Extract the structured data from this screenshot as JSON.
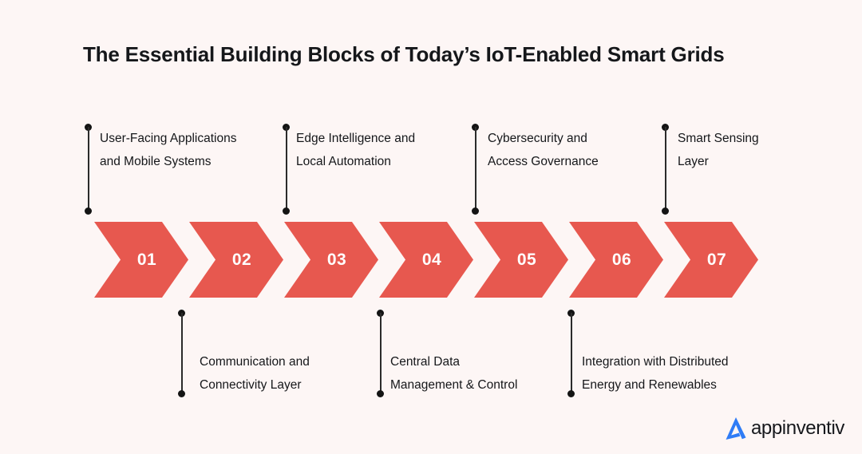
{
  "page": {
    "title": "The Essential Building Blocks of Today’s IoT-Enabled Smart Grids",
    "background_color": "#fdf6f5",
    "accent_color": "#e7584f",
    "text_color": "#15171a"
  },
  "steps": [
    {
      "number": "01",
      "label": "User-Facing Applications\nand Mobile Systems",
      "position": "top"
    },
    {
      "number": "02",
      "label": "Communication and\nConnectivity Layer",
      "position": "bottom"
    },
    {
      "number": "03",
      "label": "Edge Intelligence and\nLocal Automation",
      "position": "top"
    },
    {
      "number": "04",
      "label": "Central Data\nManagement & Control",
      "position": "bottom"
    },
    {
      "number": "05",
      "label": "Cybersecurity and\nAccess Governance",
      "position": "top"
    },
    {
      "number": "06",
      "label": "Integration with Distributed\nEnergy and Renewables",
      "position": "bottom"
    },
    {
      "number": "07",
      "label": "Smart Sensing\nLayer",
      "position": "top"
    }
  ],
  "top_labels": [
    "User-Facing Applications\nand Mobile Systems",
    "Edge Intelligence and\nLocal Automation",
    "Cybersecurity and\nAccess Governance",
    "Smart Sensing\nLayer"
  ],
  "bottom_labels": [
    "Communication and\nConnectivity Layer",
    "Central Data\nManagement & Control",
    "Integration with Distributed\nEnergy and Renewables"
  ],
  "chevron_numbers": [
    "01",
    "02",
    "03",
    "04",
    "05",
    "06",
    "07"
  ],
  "logo": {
    "text": "appinventiv",
    "mark_color": "#2f7cf6",
    "mark_name": "appinventiv-a-mark"
  }
}
